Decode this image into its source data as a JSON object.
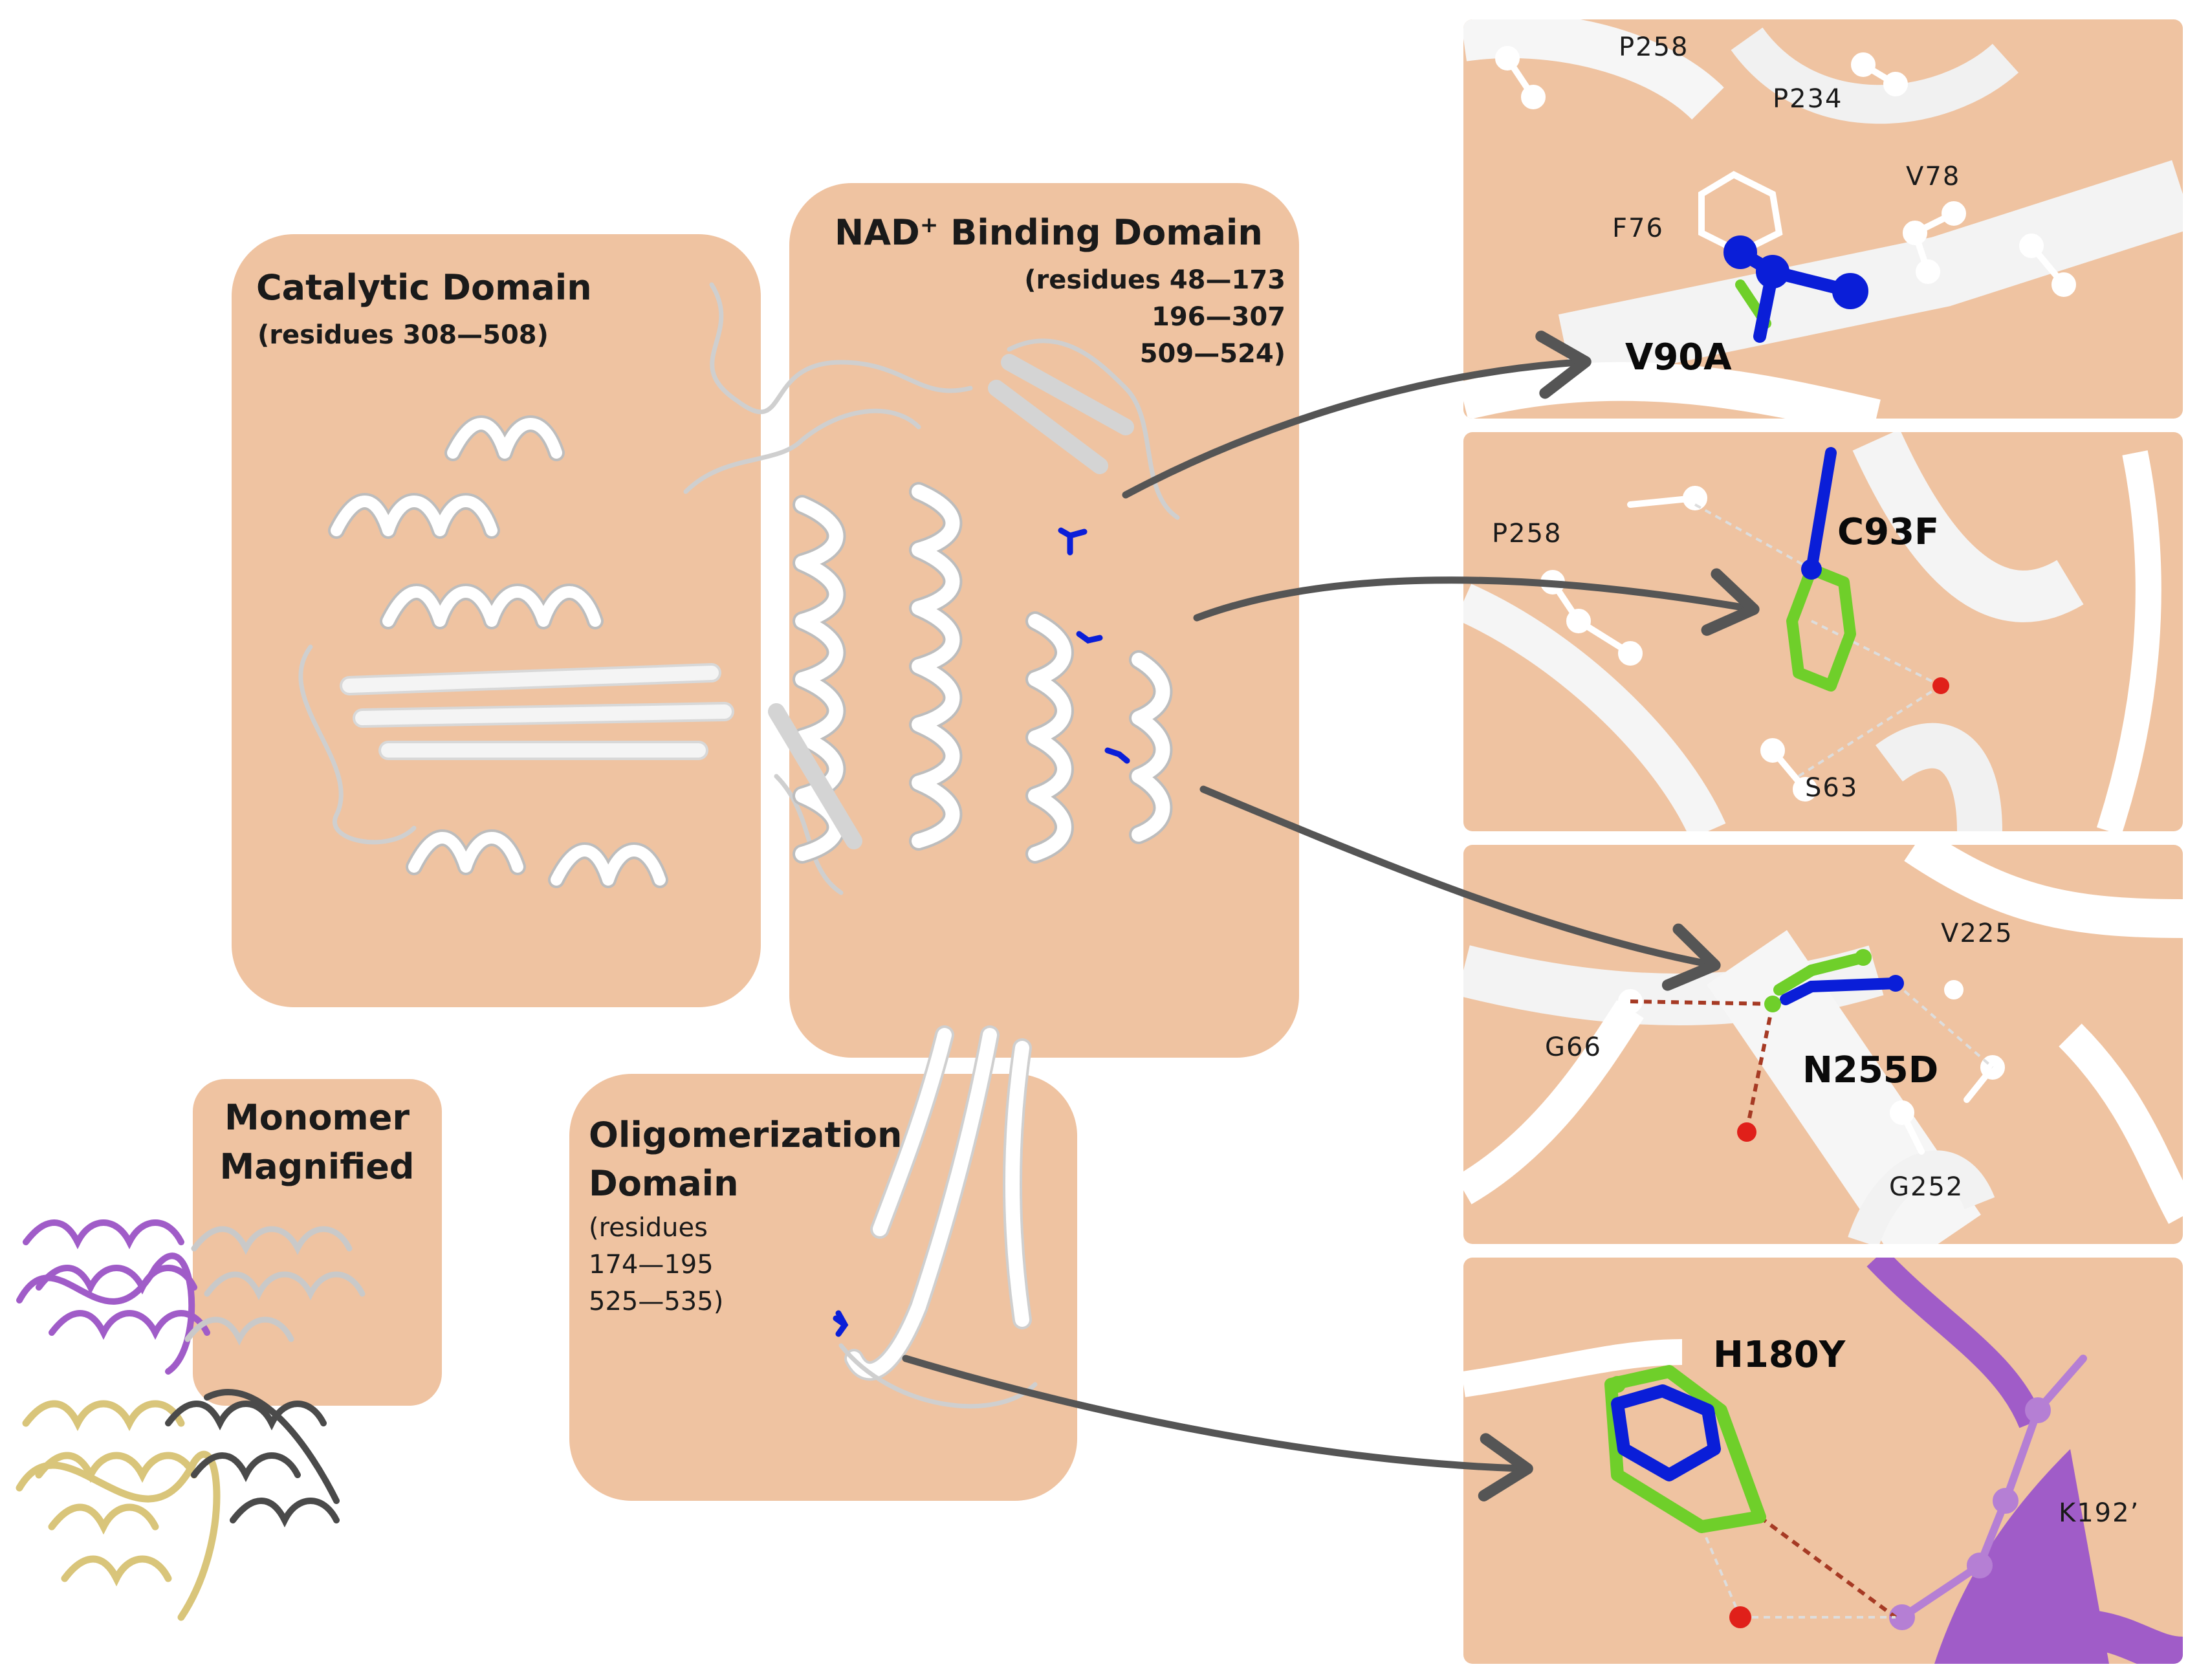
{
  "domains": {
    "catalytic": {
      "title": "Catalytic Domain",
      "residues": "(residues 308—508)"
    },
    "nad": {
      "title_main": "NAD",
      "title_sup": "+",
      "title_rest": " Binding Domain",
      "residues_line1": "(residues 48—173",
      "residues_line2": "196—307",
      "residues_line3": "509—524)"
    },
    "oligomerization": {
      "title_line1": "Oligomerization",
      "title_line2": "Domain",
      "residues_line1": "(residues",
      "residues_line2": "174—195",
      "residues_line3": "525—535)"
    },
    "monomer": {
      "line1": "Monomer",
      "line2": "Magnified"
    }
  },
  "panels": [
    {
      "mutation": "V90A",
      "residues": [
        "P258",
        "P234",
        "V78",
        "F76"
      ]
    },
    {
      "mutation": "C93F",
      "residues": [
        "P258",
        "S63"
      ]
    },
    {
      "mutation": "N255D",
      "residues": [
        "V225",
        "G66",
        "G252"
      ]
    },
    {
      "mutation": "H180Y",
      "residues": [
        "K192’"
      ]
    }
  ],
  "colors": {
    "domain_background": "#efc3a1",
    "wild_type": "#0a1ed8",
    "mutant": "#6fcf2a",
    "water": "#e0201a",
    "chain_b": "#a05cc8",
    "chain_c": "#d9c57a",
    "chain_d": "#4a4a4a",
    "arrow": "#555555"
  }
}
